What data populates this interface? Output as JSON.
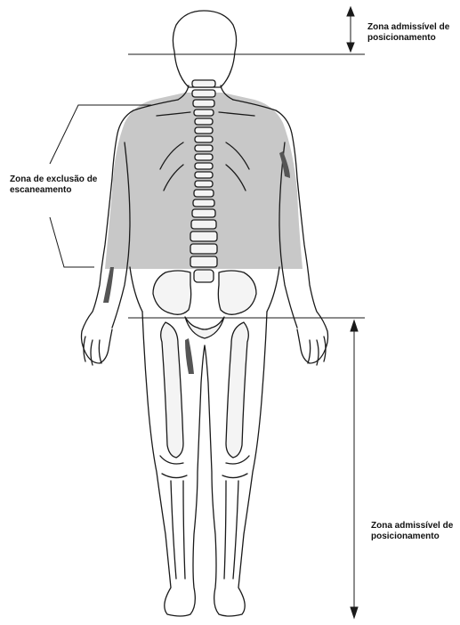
{
  "diagram": {
    "colors": {
      "outline": "#1a1a1a",
      "exclusion_zone_fill": "#c8c8c8",
      "bone_fill": "#f4f4f4",
      "shadow": "#555555"
    },
    "labels": {
      "top_zone": {
        "line1": "Zona admissível de",
        "line2": "posicionamento"
      },
      "exclusion_zone": {
        "line1": "Zona de exclusão de",
        "line2": "escaneamento"
      },
      "bottom_zone": {
        "line1": "Zona admissível de",
        "line2": "posicionamento"
      }
    }
  }
}
